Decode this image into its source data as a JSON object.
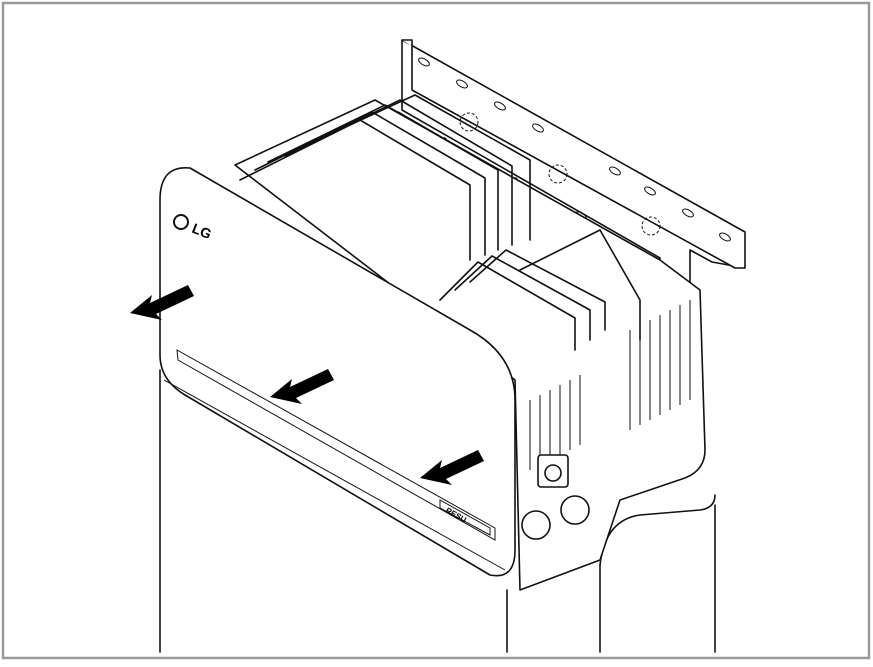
{
  "figure": {
    "brand_logo": "LG",
    "product_label": "RESU",
    "arrows": [
      "remove-cover-left",
      "remove-cover-center",
      "remove-cover-right"
    ],
    "frame_color": "#9a9a9a",
    "line_color": "#111111"
  }
}
